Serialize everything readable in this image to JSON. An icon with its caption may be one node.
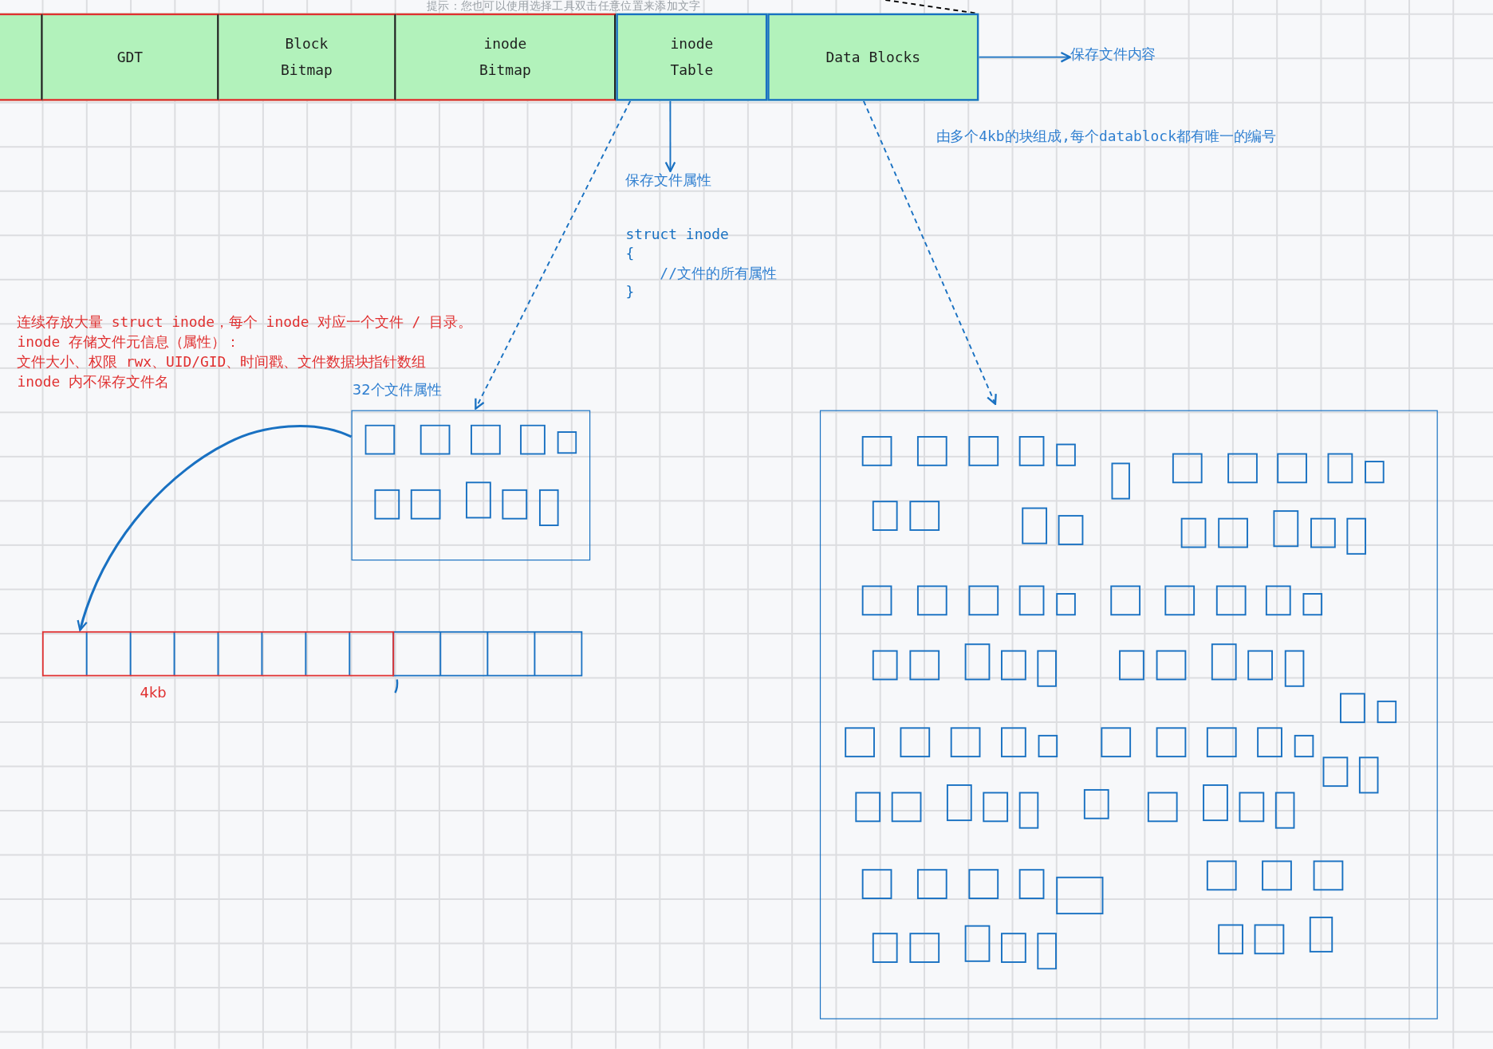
{
  "diagram": {
    "nodes": [
      {
        "text": [],
        "shape": "box"
      },
      {
        "text": [
          "GDT"
        ]
      },
      {
        "text": [
          "Block Bitmap"
        ]
      },
      {
        "text": [
          "inode Bitmap"
        ]
      },
      {
        "text": [
          "inode Table"
        ]
      },
      {
        "text": [
          "Data Blocks"
        ]
      },
      {
        "text": [
          "保存文件内容"
        ]
      },
      {
        "text": [
          "保存文件属性"
        ]
      },
      {
        "text": [],
        "shape": "box",
        "beside": [
          "32个文件属性"
        ]
      },
      {
        "text": [],
        "shape": "box"
      },
      {
        "text": [],
        "shape": "bar",
        "beside": [
          "4kb"
        ]
      }
    ],
    "edges": [
      {
        "from": 5,
        "to": 6,
        "arrow": "to"
      },
      {
        "from": 4,
        "to": 7,
        "arrow": "to"
      },
      {
        "from": 4,
        "to": 8,
        "arrow": "to",
        "style": "dashed"
      },
      {
        "from": 5,
        "to": 9,
        "arrow": "to",
        "style": "dashed"
      },
      {
        "from": 8,
        "to": 10,
        "arrow": "to"
      },
      {
        "from": null,
        "to": 5,
        "arrow": "none",
        "style": "dashed",
        "color": "#000000"
      }
    ],
    "labels": [
      "提示：您也可以使用选择工具双击任意位置来添加文字",
      "由多个4kb的块组成,每个datablock都有唯一的编号",
      "struct inode",
      "{",
      "//文件的所有属性",
      "}",
      "连续存放大量 struct inode，每个 inode 对应一个文件 / 目录。",
      "inode 存储文件元信息（属性）：",
      "文件大小、权限 rwx、UID/GID、时间戳、文件数据块指针数组",
      "inode 内不保存文件名"
    ]
  }
}
